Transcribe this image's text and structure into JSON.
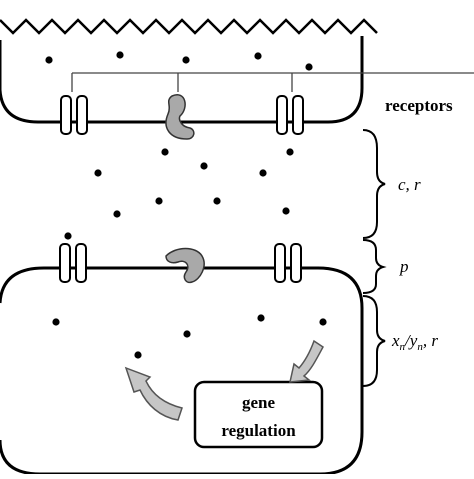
{
  "labels": {
    "receptors": "receptors",
    "c_r": "c, r",
    "p": "p",
    "xy": {
      "x": "x",
      "n1": "n",
      "slash": "/",
      "y": "y",
      "n2": "n",
      "tail": ", r"
    }
  },
  "gene_box": {
    "line1": "gene",
    "line2": "regulation"
  },
  "colors": {
    "stroke": "#000000",
    "arrow_fill": "#c6c6c6",
    "arrow_stroke": "#555555",
    "receptor_fill": "#a9a9a9"
  }
}
